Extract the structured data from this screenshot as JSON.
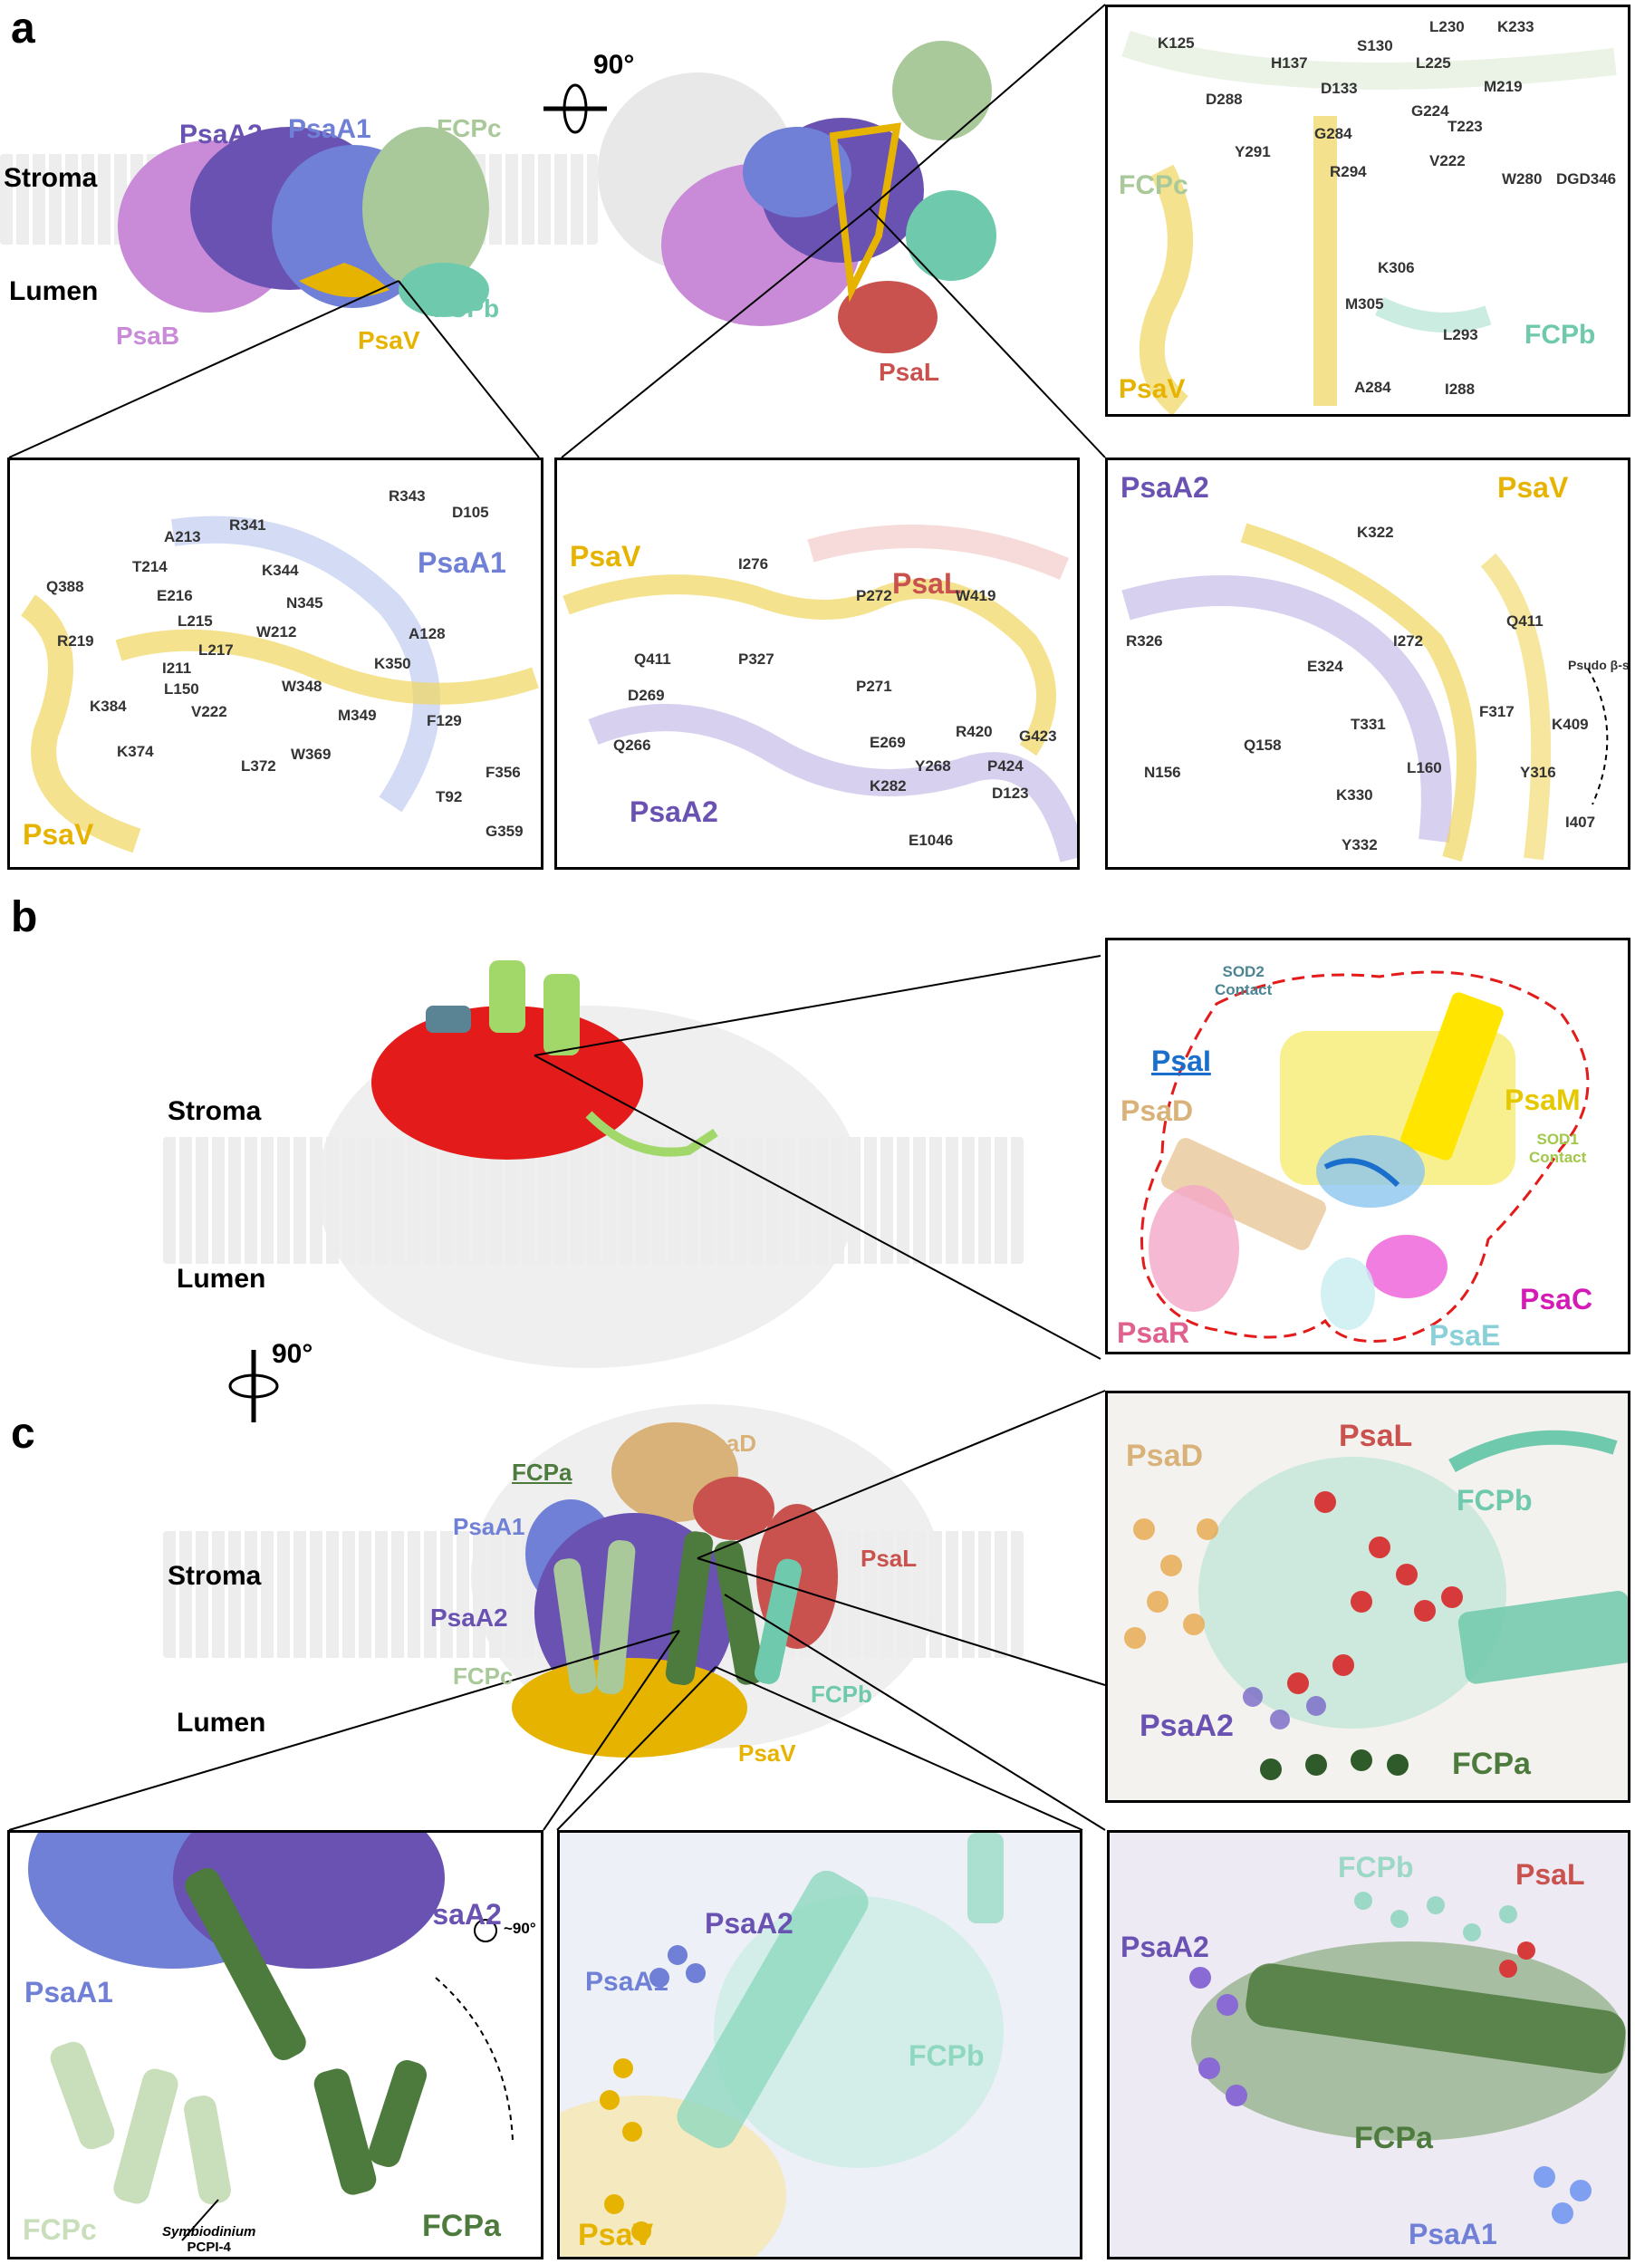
{
  "panels": {
    "a": "a",
    "b": "b",
    "c": "c"
  },
  "env": {
    "stroma": "Stroma",
    "lumen": "Lumen"
  },
  "rotation": "90°",
  "panel_a": {
    "overview_left": [
      "PsaA2",
      "PsaA1",
      "FCPc",
      "FCPb",
      "PsaB",
      "PsaV"
    ],
    "overview_right": [
      "PsaL"
    ],
    "inset_top_right": {
      "chains": [
        "FCPc",
        "FCPb",
        "PsaV"
      ],
      "residues": [
        "K125",
        "H137",
        "S130",
        "L230",
        "K233",
        "L225",
        "D133",
        "D288",
        "M219",
        "G224",
        "G284",
        "T223",
        "Y291",
        "V222",
        "W280",
        "DGD346",
        "R294",
        "K306",
        "M305",
        "L293",
        "A284",
        "I288"
      ]
    },
    "inset_1": {
      "chains": [
        "PsaA1",
        "PsaV"
      ],
      "residues": [
        "R343",
        "D105",
        "A213",
        "R341",
        "T214",
        "K344",
        "Q388",
        "E216",
        "N345",
        "L215",
        "W212",
        "A128",
        "R219",
        "L217",
        "K350",
        "I211",
        "W348",
        "L150",
        "K384",
        "V222",
        "M349",
        "F129",
        "K374",
        "W369",
        "F356",
        "L372",
        "T92",
        "G359"
      ]
    },
    "inset_2": {
      "chains": [
        "PsaV",
        "PsaL",
        "PsaA2"
      ],
      "residues": [
        "I276",
        "P272",
        "W419",
        "Q411",
        "P327",
        "D269",
        "P271",
        "R420",
        "E269",
        "Q266",
        "Y268",
        "G423",
        "P424",
        "K282",
        "D123",
        "E1046"
      ]
    },
    "inset_3": {
      "chains": [
        "PsaA2",
        "PsaV"
      ],
      "residues": [
        "K322",
        "R326",
        "E324",
        "I272",
        "Q411",
        "F317",
        "K409",
        "T331",
        "Q158",
        "N156",
        "L160",
        "K330",
        "Y316",
        "I407",
        "Y332"
      ],
      "note": "Psudo β-sheet"
    }
  },
  "panel_b": {
    "inset": {
      "chains": [
        "PsaI",
        "PsaD",
        "PsaM",
        "PsaR",
        "PsaC",
        "PsaE"
      ],
      "contacts": [
        "SOD2",
        "Contact",
        "SOD1",
        "Contact"
      ]
    }
  },
  "panel_c": {
    "overview": [
      "FCPa",
      "PsaD",
      "PsaA1",
      "PsaL",
      "PsaA2",
      "FCPc",
      "FCPb",
      "PsaV"
    ],
    "inset_top_right": [
      "PsaD",
      "PsaL",
      "FCPb",
      "PsaA2",
      "FCPa"
    ],
    "inset_1": {
      "chains": [
        "PsaA2",
        "PsaA1",
        "FCPc",
        "FCPa"
      ],
      "rotation": "~90°",
      "note_line1": "Symbiodinium",
      "note_line2": "PCPI-4"
    },
    "inset_2": [
      "PsaA2",
      "PsaA1",
      "FCPb",
      "PsaV"
    ],
    "inset_3": [
      "FCPb",
      "PsaL",
      "PsaA2",
      "FCPa",
      "PsaA1"
    ]
  },
  "colors": {
    "PsaA1": "#6f80d6",
    "PsaA2": "#6a52b3",
    "PsaB": "#c98bd8",
    "FCPa": "#4d7a3d",
    "FCPb": "#6fc9ac",
    "FCPc": "#a9c99a",
    "PsaV": "#e6b400",
    "PsaL": "#c9524f",
    "PsaD": "#d9b27a",
    "PsaM": "#e6c800",
    "PsaI": "#1a6fcc",
    "PsaR": "#e0608e",
    "PsaC": "#d41bb5",
    "PsaE": "#8ad0d8",
    "red": "#e41b1b"
  }
}
